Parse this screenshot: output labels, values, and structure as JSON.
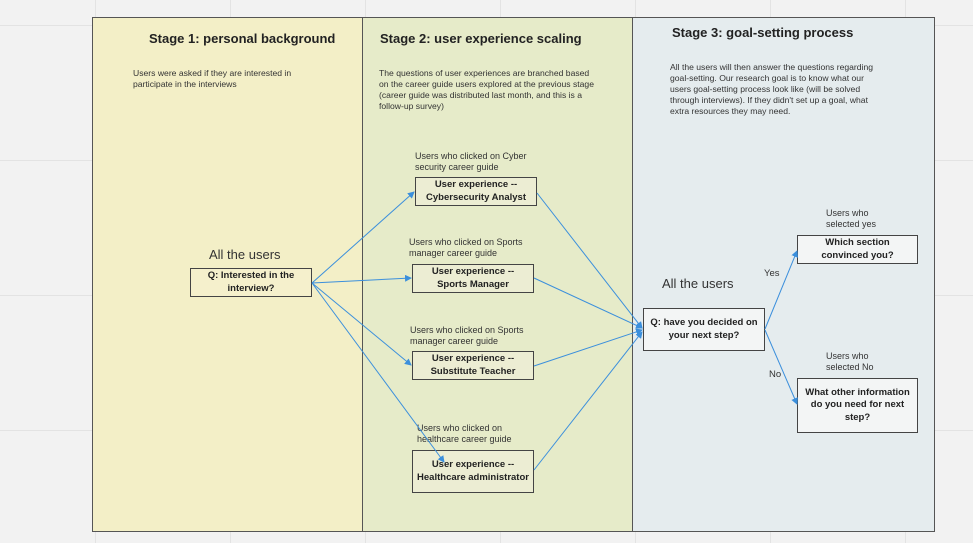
{
  "stage1": {
    "title": "Stage 1: personal background",
    "description": "Users were asked if they are interested in participate in the interviews",
    "all_users": "All the users",
    "question": "Q: Interested in the interview?"
  },
  "stage2": {
    "title": "Stage 2: user experience scaling",
    "description": "The questions of user experiences are branched based on the career guide users explored at the previous stage (career guide was distributed last month, and this is a follow-up survey)",
    "branches": [
      {
        "label": "Users who clicked on Cyber security career guide",
        "box": "User experience -- Cybersecurity Analyst"
      },
      {
        "label": "Users who clicked on Sports manager career guide",
        "box": "User experience -- Sports Manager"
      },
      {
        "label": "Users who clicked on Sports manager career guide",
        "box": "User experience -- Substitute Teacher"
      },
      {
        "label": "Users who clicked on healthcare career guide",
        "box": "User experience -- Healthcare administrator"
      }
    ]
  },
  "stage3": {
    "title": "Stage 3: goal-setting process",
    "description": "All the users will then answer the questions regarding goal-setting. Our research goal is to know what our users goal-setting process look like (will be solved through interviews). If they didn't set up a goal, what extra resources they may need.",
    "all_users": "All the users",
    "question": "Q: have you decided on your next step?",
    "yes_label": "Users who selected yes",
    "yes_edge": "Yes",
    "yes_box": "Which section convinced you?",
    "no_label": "Users who selected No",
    "no_edge": "No",
    "no_box": "What other information do you need for next step?"
  },
  "colors": {
    "stage1_bg": "#f3efc7",
    "stage2_bg": "#e6ebc9",
    "stage3_bg": "#e5ecee",
    "arrow": "#3b8fdc"
  }
}
